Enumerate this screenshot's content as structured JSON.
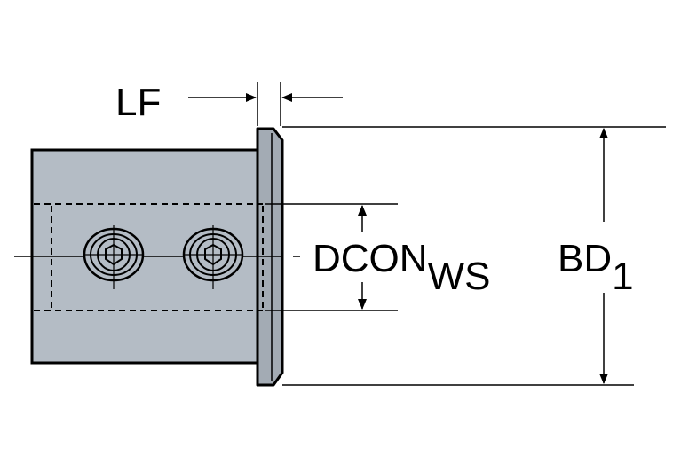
{
  "colors": {
    "body_fill": "#b4bcc5",
    "flange_fill": "#a3abb4",
    "line": "#000000",
    "background": "#ffffff"
  },
  "labels": {
    "lf": "LF",
    "dcon_main": "DCON",
    "dcon_sub": "WS",
    "bd_main": "BD",
    "bd_sub": "1"
  }
}
